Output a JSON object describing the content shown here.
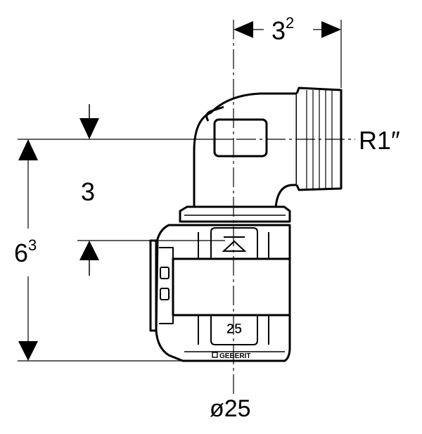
{
  "drawing": {
    "dimensions": {
      "top_width": {
        "base": "3",
        "sup": "2"
      },
      "height_inner": "3",
      "height_total": {
        "base": "6",
        "sup": "3"
      },
      "thread": "R1″",
      "pipe_diameter": "ø25"
    },
    "fitting": {
      "size_marking": "25",
      "brand": "GEBERIT"
    }
  }
}
